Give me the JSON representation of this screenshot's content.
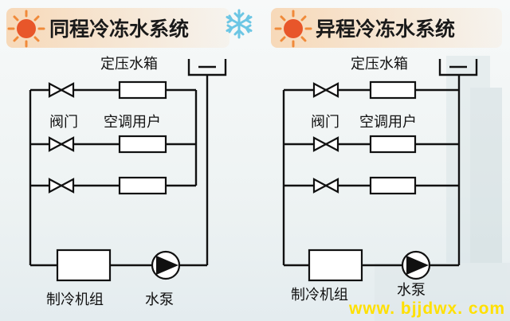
{
  "left": {
    "title": "同程冷冻水系统",
    "tank_label": "定压水箱",
    "valve_label": "阀门",
    "unit_label": "空调用户",
    "chiller_label": "制冷机组",
    "pump_label": "水泵"
  },
  "right": {
    "title": "异程冷冻水系统",
    "tank_label": "定压水箱",
    "valve_label": "阀门",
    "unit_label": "空调用户",
    "chiller_label": "制冷机组",
    "pump_label": "水泵"
  },
  "watermark": "www. bjjdwx. com",
  "colors": {
    "sun_core": "#e8562a",
    "sun_rays": "#f08a3a",
    "title_banner": "#f7d7b5",
    "snowflake": "#6cc6e4",
    "watermark": "#ffe000"
  },
  "icons": [
    "sun-icon",
    "snowflake-icon"
  ]
}
